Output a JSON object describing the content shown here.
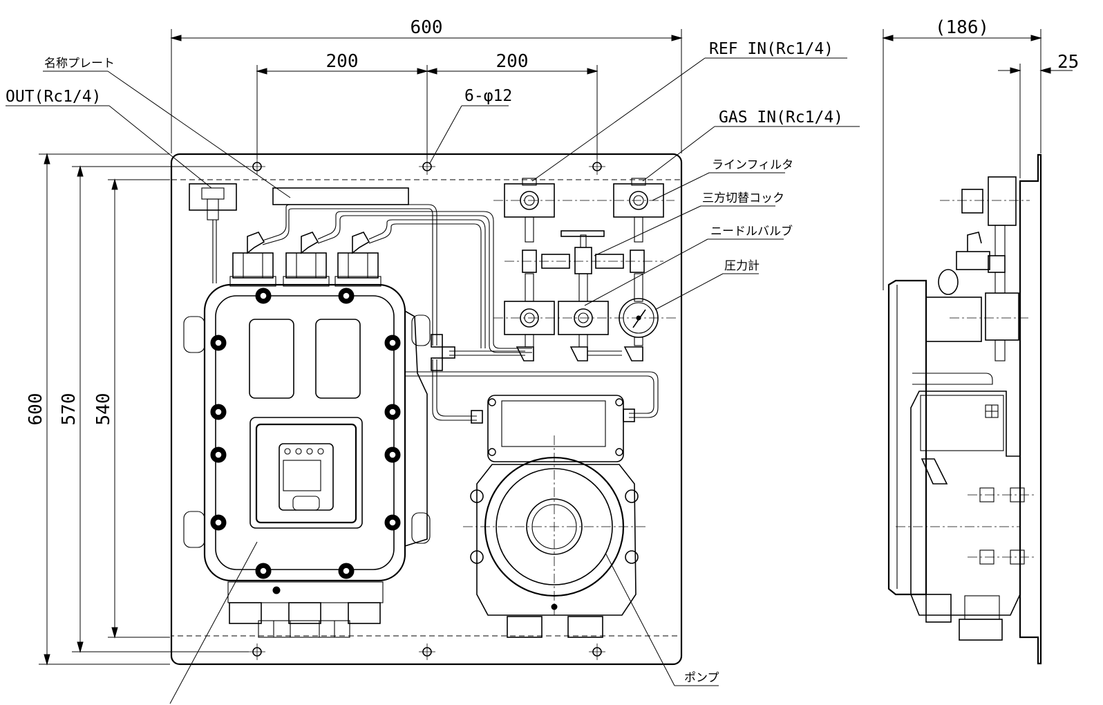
{
  "dimensions": {
    "overall_width": "600",
    "pitch_left": "200",
    "pitch_right": "200",
    "holes": "6-φ12",
    "side_depth": "(186)",
    "side_flange": "25",
    "height_total": "600",
    "height_mid": "570",
    "height_inner": "540"
  },
  "labels": {
    "name_plate": "名称プレート",
    "out_port": "OUT(Rc1/4)",
    "ref_in": "REF IN(Rc1/4)",
    "gas_in": "GAS IN(Rc1/4)",
    "line_filter": "ラインフィルタ",
    "three_way_cock": "三方切替コック",
    "needle_valve": "ニードルバルブ",
    "pressure_gauge": "圧力計",
    "pump": "ポンプ"
  }
}
